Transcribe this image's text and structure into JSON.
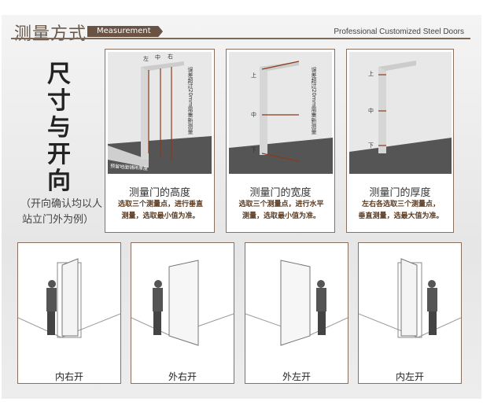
{
  "header": {
    "title": "测量方式",
    "tag": "Measurement",
    "subtitle": "Professional Customized Steel Doors"
  },
  "side": {
    "heading": [
      "尺",
      "寸",
      "与",
      "开",
      "向"
    ],
    "note_line1": "（开向确认均以人",
    "note_line2": "站立门外为例）"
  },
  "panels": [
    {
      "title": "测量门的高度",
      "desc_line1": "选取三个测量点，进行垂直",
      "desc_line2": "测量，选取最小值为准。",
      "labels": [
        "左",
        "中",
        "右"
      ],
      "side_note": "误差超过20mm需重新测量",
      "floor_note": "预留地面铺砖厚度"
    },
    {
      "title": "测量门的宽度",
      "desc_line1": "选取三个测量点，进行水平",
      "desc_line2": "测量，选取最小值为准。",
      "labels": [
        "上",
        "中",
        "下"
      ],
      "side_note": "误差超过20mm需重新测量"
    },
    {
      "title": "测量门的厚度",
      "desc_line1": "左右各选取三个测量点，",
      "desc_line2": "垂直测量，选最大值为准。",
      "labels": [
        "上",
        "中",
        "下"
      ]
    }
  ],
  "doors": [
    {
      "label": "内右开"
    },
    {
      "label": "外右开"
    },
    {
      "label": "外左开"
    },
    {
      "label": "内左开"
    }
  ],
  "colors": {
    "accent": "#6b5344",
    "arrow": "#8b3a1a"
  }
}
